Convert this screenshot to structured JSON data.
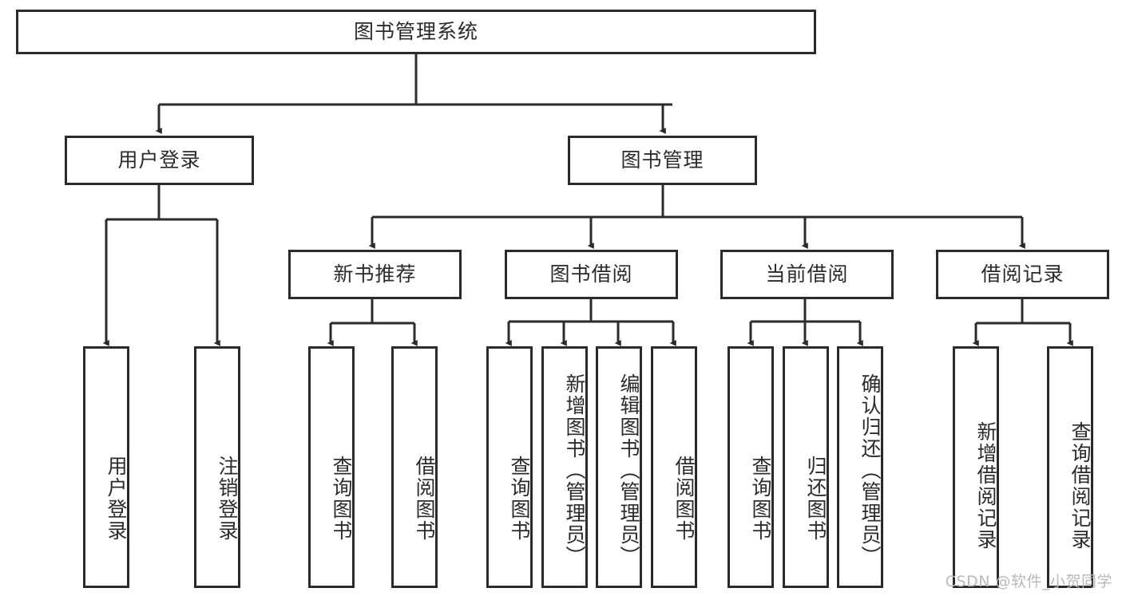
{
  "diagram": {
    "title": "图书管理系统",
    "type": "tree",
    "watermark": "CSDN @软件_小贺同学",
    "colors": {
      "border": "#2b2b2b",
      "background": "#ffffff",
      "text": "#2b2b2b",
      "watermark": "#b9b9b9"
    },
    "levels": {
      "root": {
        "label": "图书管理系统"
      },
      "level2": [
        {
          "label": "用户登录"
        },
        {
          "label": "图书管理"
        }
      ],
      "level3": [
        {
          "label": "新书推荐"
        },
        {
          "label": "图书借阅"
        },
        {
          "label": "当前借阅"
        },
        {
          "label": "借阅记录"
        }
      ],
      "leaves": [
        {
          "label": "用户登录",
          "parent": "用户登录"
        },
        {
          "label": "注销登录",
          "parent": "用户登录"
        },
        {
          "label": "查询图书",
          "parent": "新书推荐"
        },
        {
          "label": "借阅图书",
          "parent": "新书推荐"
        },
        {
          "label": "查询图书",
          "parent": "图书借阅"
        },
        {
          "label": "新增图书（管理员）",
          "parent": "图书借阅"
        },
        {
          "label": "编辑图书（管理员）",
          "parent": "图书借阅"
        },
        {
          "label": "借阅图书",
          "parent": "图书借阅"
        },
        {
          "label": "查询图书",
          "parent": "当前借阅"
        },
        {
          "label": "归还图书",
          "parent": "当前借阅"
        },
        {
          "label": "确认归还（管理员）",
          "parent": "当前借阅"
        },
        {
          "label": "新增借阅记录",
          "parent": "借阅记录"
        },
        {
          "label": "查询借阅记录",
          "parent": "借阅记录"
        }
      ]
    }
  }
}
